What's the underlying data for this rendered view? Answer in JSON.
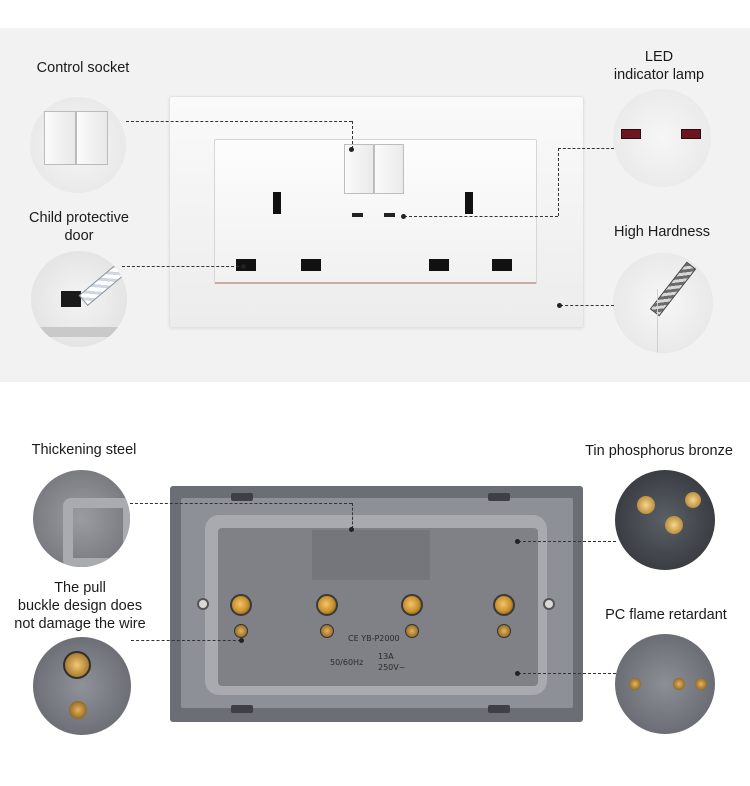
{
  "labels": {
    "control_socket": "Control socket",
    "led_line1": "LED",
    "led_line2": "indicator lamp",
    "child_line1": "Child protective",
    "child_line2": "door",
    "high_hardness": "High Hardness",
    "thickening_steel": "Thickening steel",
    "tin_bronze": "Tin phosphorus bronze",
    "pull_line1": "The pull",
    "pull_line2": "buckle design does",
    "pull_line3": "not damage the wire",
    "pc_flame": "PC flame retardant"
  },
  "product_marks": {
    "model": "YB-P2000",
    "ce": "CE",
    "freq": "50/60Hz",
    "current": "13A",
    "voltage": "250V~"
  },
  "colors": {
    "glass_white": "#f4f4f4",
    "back_grey": "#8d9096",
    "brass": "#d9a441",
    "led_red": "#7a1a22"
  }
}
